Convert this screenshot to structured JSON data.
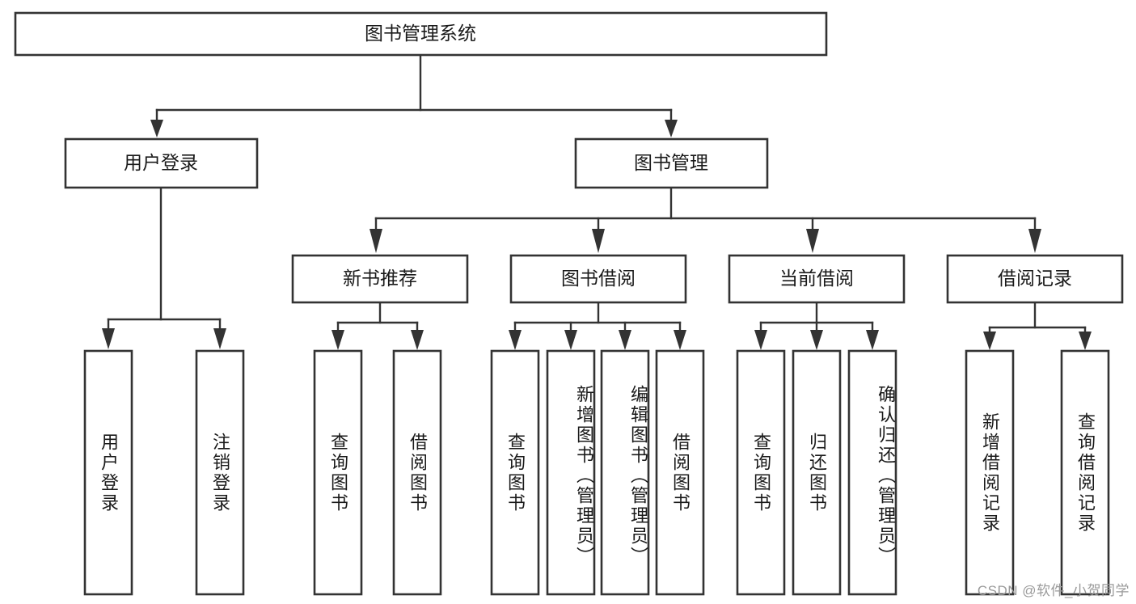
{
  "diagram": {
    "type": "tree",
    "title": "图书管理系统",
    "orientation": "top-down",
    "watermark": "CSDN @软件_小贺同学",
    "colors": {
      "box_fill": "#ffffff",
      "box_stroke": "#333333",
      "text": "#1a1a1a",
      "background": "#ffffff",
      "watermark": "#9a9a9a"
    },
    "root": {
      "id": "root",
      "label": "图书管理系统"
    },
    "level2": [
      {
        "id": "user-login",
        "label": "用户登录"
      },
      {
        "id": "book-manage",
        "label": "图书管理"
      }
    ],
    "level3": [
      {
        "id": "new-book-recommend",
        "label": "新书推荐",
        "parent": "book-manage"
      },
      {
        "id": "book-borrow",
        "label": "图书借阅",
        "parent": "book-manage"
      },
      {
        "id": "current-borrow",
        "label": "当前借阅",
        "parent": "book-manage"
      },
      {
        "id": "borrow-record",
        "label": "借阅记录",
        "parent": "book-manage"
      }
    ],
    "leaves": {
      "user-login": [
        {
          "id": "leaf-user-login",
          "label": "用户登录"
        },
        {
          "id": "leaf-user-logout",
          "label": "注销登录"
        }
      ],
      "new-book-recommend": [
        {
          "id": "leaf-query-book-1",
          "label": "查询图书"
        },
        {
          "id": "leaf-borrow-book-1",
          "label": "借阅图书"
        }
      ],
      "book-borrow": [
        {
          "id": "leaf-query-book-2",
          "label": "查询图书"
        },
        {
          "id": "leaf-add-book",
          "label": "新增图书（管理员）"
        },
        {
          "id": "leaf-edit-book",
          "label": "编辑图书（管理员）"
        },
        {
          "id": "leaf-borrow-book-2",
          "label": "借阅图书"
        }
      ],
      "current-borrow": [
        {
          "id": "leaf-query-book-3",
          "label": "查询图书"
        },
        {
          "id": "leaf-return-book",
          "label": "归还图书"
        },
        {
          "id": "leaf-confirm-return",
          "label": "确认归还（管理员）"
        }
      ],
      "borrow-record": [
        {
          "id": "leaf-add-record",
          "label": "新增借阅记录"
        },
        {
          "id": "leaf-query-record",
          "label": "查询借阅记录"
        }
      ]
    }
  }
}
